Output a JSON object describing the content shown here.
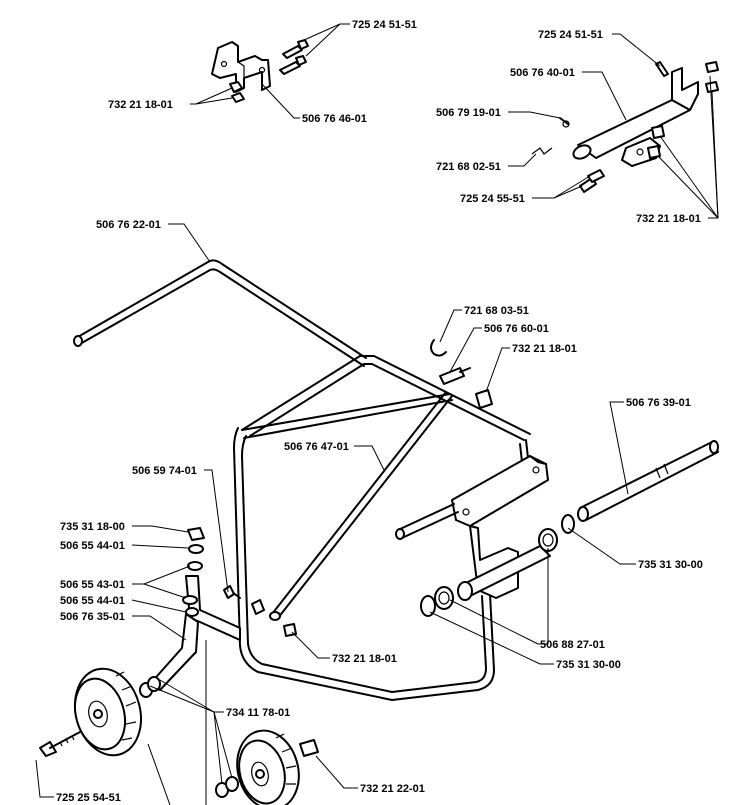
{
  "labels": {
    "l1": "725 24 51-51",
    "l2": "732 21 18-01",
    "l3": "506 76 46-01",
    "l4": "725 24 51-51",
    "l5": "506 76 40-01",
    "l6": "506 79 19-01",
    "l7": "721 68 02-51",
    "l8": "725 24 55-51",
    "l9": "732 21 18-01",
    "l10": "506 76 22-01",
    "l11": "721 68 03-51",
    "l12": "506 76 60-01",
    "l13": "732 21 18-01",
    "l14": "506 76 39-01",
    "l15": "506 76 47-01",
    "l16": "506 59 74-01",
    "l17": "735 31 18-00",
    "l18": "506 55 44-01",
    "l19": "506 55 43-01",
    "l20": "506 55 44-01",
    "l21": "506 76 35-01",
    "l22": "735 31 30-00",
    "l23": "506 88 27-01",
    "l24": "735 31 30-00",
    "l25": "732 21 18-01",
    "l26": "734 11 78-01",
    "l27": "725 25 54-51",
    "l28": "732 21 22-01"
  }
}
